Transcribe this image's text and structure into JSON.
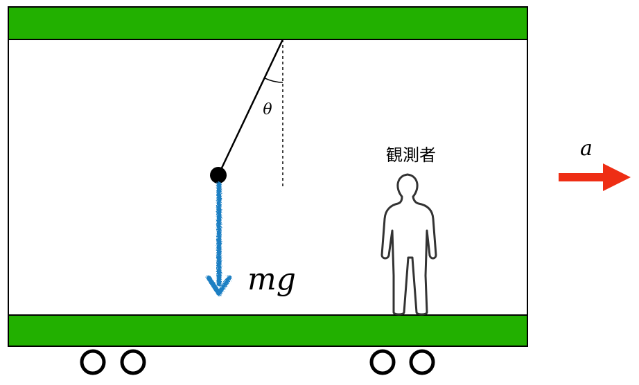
{
  "labels": {
    "angle": "θ",
    "force": "mg",
    "observer": "観測者",
    "acceleration": "a"
  },
  "colors": {
    "floor_ceiling": "#22b000",
    "force_arrow": "#1e7fc3",
    "accel_arrow": "#ee2e14",
    "outline": "#000000",
    "figure_stroke": "#333333"
  },
  "icons": {
    "observer": "person-outline-icon",
    "wheel": "circle-outline-icon"
  }
}
